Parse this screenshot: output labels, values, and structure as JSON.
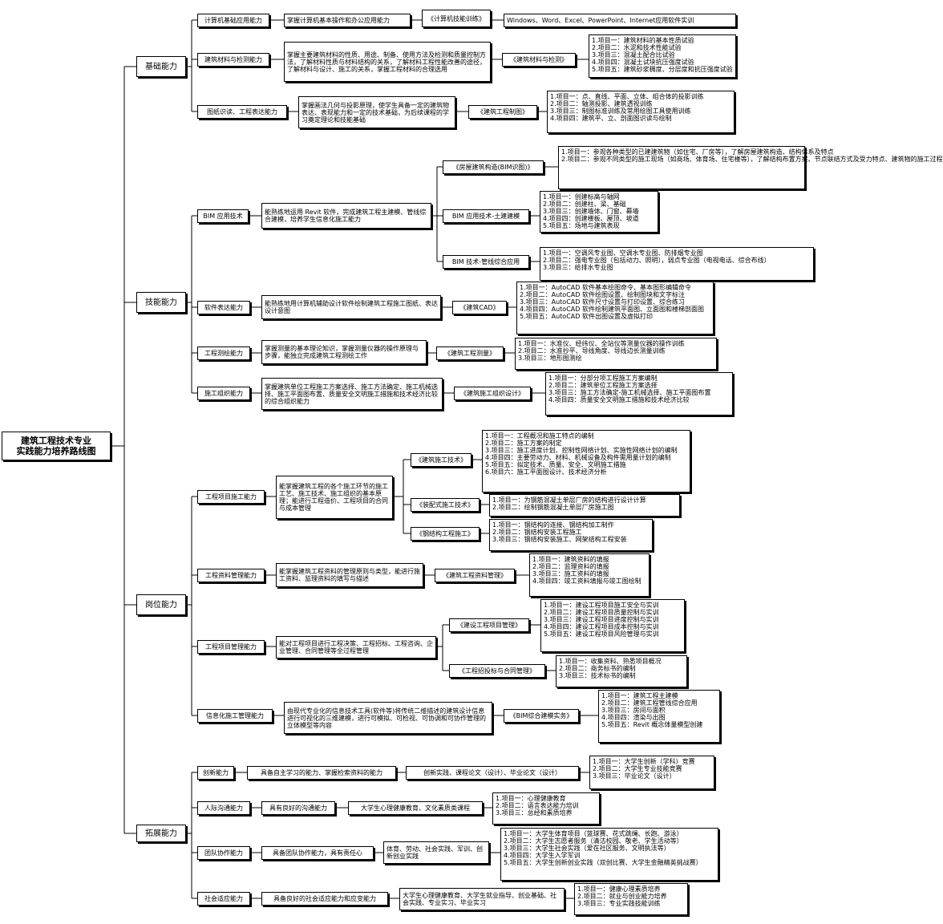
{
  "title": "建筑工程技术专业\n实践能力培养路线图",
  "nodes": [
    {
      "id": "n_root",
      "text": "建筑工程技术专业\n实践能力培养路线图"
    },
    {
      "id": "n_cat_basic",
      "text": "基础能力"
    },
    {
      "id": "n_cat_skill",
      "text": "技能能力"
    },
    {
      "id": "n_cat_post",
      "text": "岗位能力"
    },
    {
      "id": "n_cat_ext",
      "text": "拓展能力"
    },
    {
      "id": "n_b1",
      "text": "计算机基础应用能力"
    },
    {
      "id": "n_b1_d",
      "text": "掌握计算机基本操作和办公应用能力"
    },
    {
      "id": "n_b1_c",
      "text": "《计算机技能训练》"
    },
    {
      "id": "n_b1_p",
      "text": "Windows、Word、Excel、PowerPoint、Internet应用软件实训"
    },
    {
      "id": "n_b2",
      "text": "建筑材料与检测能力"
    },
    {
      "id": "n_b2_d",
      "text": "掌握主要建筑材料的性质、用途、制备、使用方法及检测和质量控制方法，了解材料性质与材料结构的关系，了解材料工程性能改善的途径，了解材料与设计、施工的关系，掌握工程材料的合理选用"
    },
    {
      "id": "n_b2_c",
      "text": "《建筑材料与检测》"
    },
    {
      "id": "n_b2_p",
      "text": "1.项目一：建筑材料的基本性质试验\n2.项目二：水泥和技术性能试验\n3.项目三：混凝土配合比试验\n4.项目四：混凝土试块抗压强度试验\n5.项目五：建筑砂浆稠度、分层度和抗压强度试验"
    },
    {
      "id": "n_b3",
      "text": "图纸识读、工程表达能力"
    },
    {
      "id": "n_b3_d",
      "text": "掌握画法几何与投影原理，使学生具备一定的建筑物表达、表现能力和一定的技术基础，为后续课程的学习奠定理论和技能基础"
    },
    {
      "id": "n_b3_c",
      "text": "《建筑工程制图》"
    },
    {
      "id": "n_b3_p",
      "text": "1.项目一：点、直线、平面、立体、组合体的投影训练\n2.项目二：轴测投影、建筑透视训练\n3.项目三：制图标准训练及常用绘图工具使用训练\n4.项目四：建筑平、立、剖面图识读与绘制"
    },
    {
      "id": "n_s1",
      "text": "BIM 应用技术"
    },
    {
      "id": "n_s1_d",
      "text": "能熟练地运用 Revit 软件，完成建筑工程主建模、管线综合建模，培养学生信息化施工能力"
    },
    {
      "id": "n_s1_c1",
      "text": "《房屋建筑构造(BIM识图)》"
    },
    {
      "id": "n_s1_p1",
      "text": "1.项目一：参观各种类型的已建建筑物（如住宅、厂房等），了解房屋建筑构造、结构体系及特点\n2.项目二：参观不同类型的施工现场（如商场、体育场、住宅楼等），了解结构布置方案、节点联结方式及受力特点、建筑物的施工过程"
    },
    {
      "id": "n_s1_c2",
      "text": "BIM 应用技术-土建建模"
    },
    {
      "id": "n_s1_p2",
      "text": "1.项目一：创建标高与轴网\n2.项目二：创建柱、梁、基础\n3.项目三：创建墙体、门窗、幕墙\n4.项目四：创建楼板、屋顶、坡道\n5.项目五：场地与建筑表现"
    },
    {
      "id": "n_s1_c3",
      "text": "BIM 技术-管线综合应用"
    },
    {
      "id": "n_s1_p3",
      "text": "1.项目一：空调风专业图、空调水专业图、防排烟专业图\n2.项目二：强电专业图（包括动力、照明），弱点专业图（电视电话、综合布线）\n3.项目三：给排水专业图"
    },
    {
      "id": "n_s2",
      "text": "软件表达能力"
    },
    {
      "id": "n_s2_d",
      "text": "能熟练地用计算机辅助设计软件绘制建筑工程施工图纸、表达设计意图"
    },
    {
      "id": "n_s2_c",
      "text": "《建筑CAD》"
    },
    {
      "id": "n_s2_p",
      "text": "1.项目一：AutoCAD 软件基本绘图命令、基本图形编辑命令\n2.项目二：AutoCAD 软件绘图设置、绘制图块和文字标注\n3.项目三：AutoCAD 软件尺寸设置与打印设置、综合练习\n4.项目四：AutoCAD 软件绘制建筑平面图、立面图和楼梯剖面图\n5.项目五：AutoCAD 软件出图设置及虚拟打印"
    },
    {
      "id": "n_s3",
      "text": "工程测绘能力"
    },
    {
      "id": "n_s3_d",
      "text": "掌握测量的基本理论知识，掌握测量仪器的操作原理与步骤，能独立完成建筑工程测绘工作"
    },
    {
      "id": "n_s3_c",
      "text": "《建筑工程测量》"
    },
    {
      "id": "n_s3_p",
      "text": "1.项目一：水准仪、经纬仪、全站仪等测量仪器的操作训练\n2.项目二：水准抄平、导线角度、导线边长测量训练\n3.项目三：地形图测绘"
    },
    {
      "id": "n_s4",
      "text": "施工组织能力"
    },
    {
      "id": "n_s4_d",
      "text": "掌握建筑单位工程施工方案选择、施工方法确定、施工机械选择、施工平面图布置、质量安全文明施工措施和技术经济比较的综合组织能力"
    },
    {
      "id": "n_s4_c",
      "text": "《建筑施工组织设计》"
    },
    {
      "id": "n_s4_p",
      "text": "1.项目一：分部分项工程施工方案编制\n2.项目二：建筑单位工程施工方案选择\n3.项目三：施工方法确定-施工机械选择、施工平面图布置\n4.项目四：质量安全文明施工措施和技术经济比较"
    },
    {
      "id": "n_p1",
      "text": "工程项目施工能力"
    },
    {
      "id": "n_p1_d",
      "text": "能掌握建筑工程的各个施工环节的施工工艺、施工技术、施工组织的基本原理；能进行工程造价、工程项目的合同与成本管理"
    },
    {
      "id": "n_p1_c1",
      "text": "《建筑施工技术》"
    },
    {
      "id": "n_p1_p1",
      "text": "1.项目一：工程概况和施工特点的编制\n2.项目二：施工方案的制定\n3.项目三：施工进度计划、控制性网络计划、实施性网络计划的编制\n4.项目四：主要劳动力、材料、机械设备及构件需用量计划的编制\n5.项目五：拟定技术、质量、安全、文明施工措施\n6.项目六：施工平面图设计、技术经济分析"
    },
    {
      "id": "n_p1_c2",
      "text": "《装配式施工技术》"
    },
    {
      "id": "n_p1_p2",
      "text": "1.项目一：为钢筋混凝土单层厂房的结构进行设计计算\n2.项目二：绘制钢筋混凝土单层厂房施工图"
    },
    {
      "id": "n_p1_c3",
      "text": "《钢结构工程施工》"
    },
    {
      "id": "n_p1_p3",
      "text": "1.项目一：钢结构的连接、钢结构加工制作\n2.项目二：钢结构安装工程施工\n3.项目三：钢结构安装施工、网架结构工程安装"
    },
    {
      "id": "n_p2",
      "text": "工程资料管理能力"
    },
    {
      "id": "n_p2_d",
      "text": "能掌握建筑工程资料的管理原则与类型，能进行施工资料、监理资料的填写与描述"
    },
    {
      "id": "n_p2_c",
      "text": "《建筑工程资料管理》"
    },
    {
      "id": "n_p2_p",
      "text": "1.项目一：建筑资料的填报\n2.项目二：监理资料的填报\n3.项目三：施工资料的填报\n4.项目四：竣工资料填报与竣工图绘制"
    },
    {
      "id": "n_p3",
      "text": "工程项目管理能力"
    },
    {
      "id": "n_p3_d",
      "text": "能对工程项目进行工程决策、工程招标、工程咨询、企业管理、合同管理等全过程管理"
    },
    {
      "id": "n_p3_c1",
      "text": "《建设工程项目管理》"
    },
    {
      "id": "n_p3_p1",
      "text": "1.项目一：建设工程项目施工安全与实训\n2.项目二：建设工程项目质量控制与实训\n3.项目三：建设工程项目进度控制与实训\n4.项目四：建设工程项目成本控制与实训\n5.项目五：建设工程项目风险管理与实训"
    },
    {
      "id": "n_p3_c2",
      "text": "《工程招投标与合同管理》"
    },
    {
      "id": "n_p3_p2",
      "text": "1.项目一：收集资料、熟悉项目概况\n2.项目二：商务标书的编制\n3.项目三：技术标书的编制"
    },
    {
      "id": "n_p4",
      "text": "信息化施工管理能力"
    },
    {
      "id": "n_p4_d",
      "text": "由现代专业化的信息技术工具(软件等)将传统二维描述的建筑设计信息进行可视化的三维建模，进行可模拟、可检视、可协调和可协作管理的立体模型等内容"
    },
    {
      "id": "n_p4_c",
      "text": "《BIM综合建模实务》"
    },
    {
      "id": "n_p4_p",
      "text": "1.项目一：建筑工程主建模\n2.项目二：建筑工程管线综合应用\n3.项目三：房间与面积\n4.项目四：渲染与出图\n5.项目五：Revit 概念体量模型创建"
    },
    {
      "id": "n_e1",
      "text": "创新能力"
    },
    {
      "id": "n_e1_d",
      "text": "具备自主学习的能力、掌握检索资料的能力"
    },
    {
      "id": "n_e1_c",
      "text": "创新实践、课程论文（设计）、毕业论文（设计）"
    },
    {
      "id": "n_e1_p",
      "text": "1.项目一：大学生创新（学科）竞赛\n2.项目二：大学生专业技能竞赛\n3.项目三：毕业论文（设计）"
    },
    {
      "id": "n_e2",
      "text": "人际沟通能力"
    },
    {
      "id": "n_e2_d",
      "text": "具有良好的沟通能力"
    },
    {
      "id": "n_e2_c",
      "text": "大学生心理健康教育、文化素质类课程"
    },
    {
      "id": "n_e2_p",
      "text": "1.项目一：心理健康教育\n2.项目二：语言表达能力培训\n3.项目三：总经和素质培养"
    },
    {
      "id": "n_e3",
      "text": "团队协作能力"
    },
    {
      "id": "n_e3_d",
      "text": "具备团队协作能力，具有责任心"
    },
    {
      "id": "n_e3_c",
      "text": "体育、劳动、社会实践、军训、创新创业实践"
    },
    {
      "id": "n_e3_p",
      "text": "1.项目一：大学生体育项目（篮球赛、花式跳绳、长跑、游泳）\n2.项目二：大学生志愿者服务（清洁校园、敬老、学生活动等）\n3.项目三：大学生社会实践（爱在社区服务、文明执法等）\n4.项目四：大学生入学军训\n5.项目五：大学生创新创业实践（双创比赛、大学生金融精英挑战赛）"
    },
    {
      "id": "n_e4",
      "text": "社会适应能力"
    },
    {
      "id": "n_e4_d",
      "text": "具备良好的社会适应能力和应变能力"
    },
    {
      "id": "n_e4_c",
      "text": "大学生心理健康教育、大学生就业指导、创业基础、社会实践、专业实习、毕业实习"
    },
    {
      "id": "n_e4_p",
      "text": "1.项目一：健康心理素质培养\n2.项目二：就业与创业能力培养\n3.项目三：专业实践技能训练"
    }
  ]
}
